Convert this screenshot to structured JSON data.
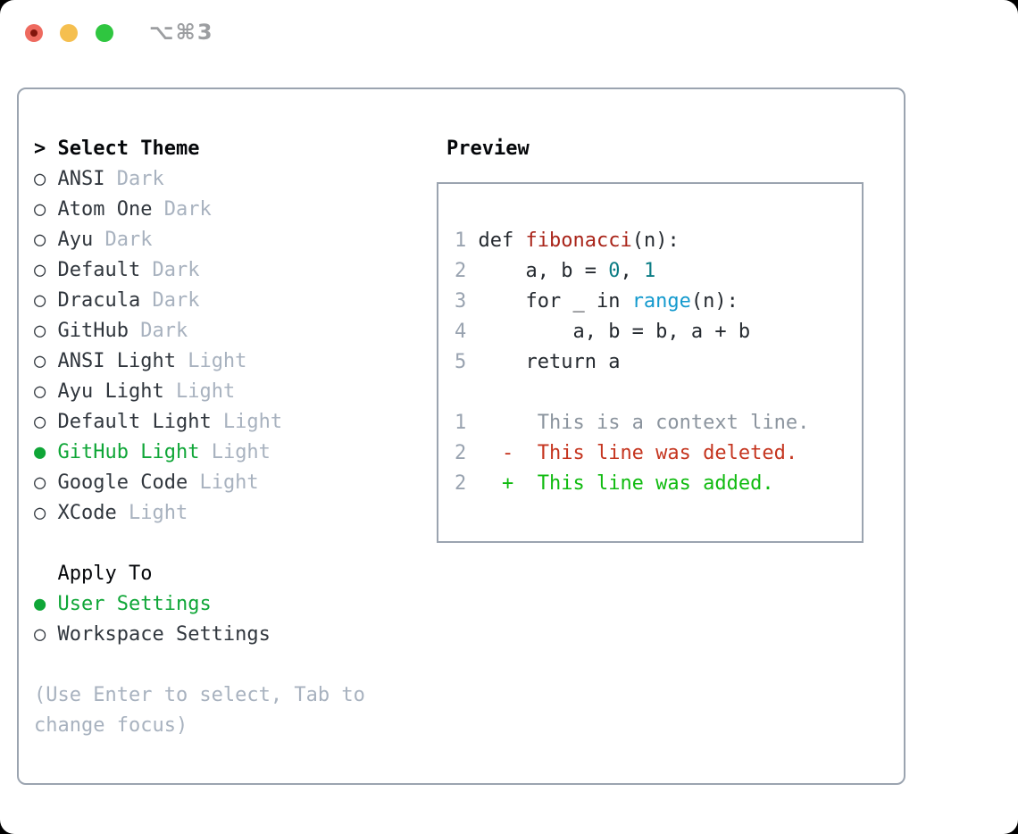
{
  "window": {
    "title": "⌥⌘3",
    "traffic_lights": [
      {
        "name": "close",
        "color": "#ee6a5f",
        "dot": "#82150c"
      },
      {
        "name": "minimize",
        "color": "#f5bf4f"
      },
      {
        "name": "zoom",
        "color": "#2fc640"
      }
    ]
  },
  "colors": {
    "background": "#ffffff",
    "border": "#9ba4b0",
    "title_text": "#9c9ea1",
    "header_text": "#05070a",
    "item_text": "#30363d",
    "variant_text": "#a8b2bf",
    "hint_text": "#a8b2bf",
    "selected_green": "#0fa637",
    "fg": "#24292f",
    "fn": "#a92419",
    "num": "#0c7d85",
    "call": "#149ace",
    "ctx": "#8b949e",
    "del": "#c5351f",
    "add": "#10bb10",
    "lnum": "#99a3b0"
  },
  "icons": {
    "radio_off": "○",
    "radio_on": "●",
    "cursor": ">"
  },
  "theme_panel": {
    "header": {
      "prefix": ">",
      "label": "Select Theme"
    },
    "themes": [
      {
        "name": "ANSI",
        "variant": "Dark",
        "selected": false
      },
      {
        "name": "Atom One",
        "variant": "Dark",
        "selected": false
      },
      {
        "name": "Ayu",
        "variant": "Dark",
        "selected": false
      },
      {
        "name": "Default",
        "variant": "Dark",
        "selected": false
      },
      {
        "name": "Dracula",
        "variant": "Dark",
        "selected": false
      },
      {
        "name": "GitHub",
        "variant": "Dark",
        "selected": false
      },
      {
        "name": "ANSI Light",
        "variant": "Light",
        "selected": false
      },
      {
        "name": "Ayu Light",
        "variant": "Light",
        "selected": false
      },
      {
        "name": "Default Light",
        "variant": "Light",
        "selected": false
      },
      {
        "name": "GitHub Light",
        "variant": "Light",
        "selected": true
      },
      {
        "name": "Google Code",
        "variant": "Light",
        "selected": false
      },
      {
        "name": "XCode",
        "variant": "Light",
        "selected": false
      }
    ],
    "apply_to": {
      "label": "Apply To",
      "options": [
        {
          "name": "User Settings",
          "selected": true
        },
        {
          "name": "Workspace Settings",
          "selected": false
        }
      ]
    },
    "hint_lines": [
      "(Use Enter to select, Tab to",
      "change focus)"
    ]
  },
  "preview": {
    "label": "Preview",
    "lines": [
      {
        "n": "1",
        "toks": [
          {
            "t": "def ",
            "c": "fg"
          },
          {
            "t": "fibonacci",
            "c": "fn"
          },
          {
            "t": "(n):",
            "c": "fg"
          }
        ]
      },
      {
        "n": "2",
        "toks": [
          {
            "t": "    a, b = ",
            "c": "fg"
          },
          {
            "t": "0",
            "c": "num"
          },
          {
            "t": ", ",
            "c": "fg"
          },
          {
            "t": "1",
            "c": "num"
          }
        ]
      },
      {
        "n": "3",
        "toks": [
          {
            "t": "    for _ in ",
            "c": "fg"
          },
          {
            "t": "range",
            "c": "call"
          },
          {
            "t": "(n):",
            "c": "fg"
          }
        ]
      },
      {
        "n": "4",
        "toks": [
          {
            "t": "        a, b = b, a + b",
            "c": "fg"
          }
        ]
      },
      {
        "n": "5",
        "toks": [
          {
            "t": "    return a",
            "c": "fg"
          }
        ]
      },
      {
        "n": "",
        "toks": []
      },
      {
        "n": "1",
        "toks": [
          {
            "t": "     This is a context line.",
            "c": "ctx"
          }
        ]
      },
      {
        "n": "2",
        "toks": [
          {
            "t": "  -  This line was deleted.",
            "c": "del"
          }
        ]
      },
      {
        "n": "2",
        "toks": [
          {
            "t": "  +  This line was added.",
            "c": "add"
          }
        ]
      }
    ]
  }
}
